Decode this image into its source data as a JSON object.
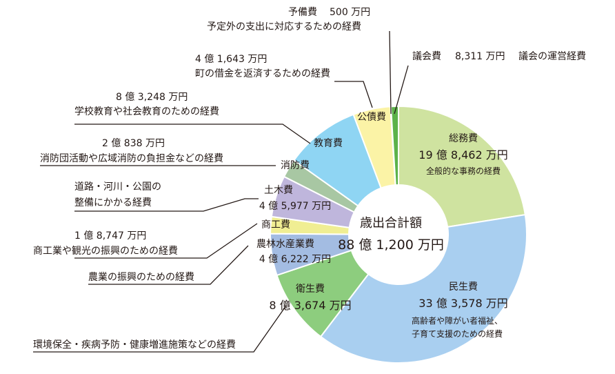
{
  "chart_data": {
    "type": "pie",
    "title": "歳出合計額",
    "total": "88 億 1,200 万円",
    "series": [
      {
        "key": "somu",
        "name": "総務費",
        "value": "19 億 8,462 万円",
        "amount": 198462,
        "desc": "全般的な事務の経費",
        "color": "#cfe3a0"
      },
      {
        "key": "minsei",
        "name": "民生費",
        "value": "33 億 3,578 万円",
        "amount": 333578,
        "desc1": "高齢者や障がい者福祉、",
        "desc2": "子育て支援のための経費",
        "color": "#a9cff0"
      },
      {
        "key": "eisei",
        "name": "衛生費",
        "value": "8 億 3,674 万円",
        "amount": 83674,
        "desc": "環境保全・疾病予防・健康増進施策などの経費",
        "color": "#8dcd7e"
      },
      {
        "key": "norin",
        "name": "農林水産業費",
        "value": "4 億 6,222 万円",
        "amount": 46222,
        "desc": "農業の振興のための経費",
        "color": "#a3bce2"
      },
      {
        "key": "shoko",
        "name": "商工費",
        "value": "1 億 8,747 万円",
        "amount": 18747,
        "desc": "商工業や観光の振興のための経費",
        "color": "#f0ee93"
      },
      {
        "key": "doboku",
        "name": "土木費",
        "value": "4 億 5,977 万円",
        "amount": 45977,
        "desc1": "道路・河川・公園の",
        "desc2": "整備にかかる経費",
        "color": "#bfb6dc"
      },
      {
        "key": "shobo",
        "name": "消防費",
        "value": "2 億 838 万円",
        "amount": 20838,
        "desc": "消防団活動や広域消防の負担金などの経費",
        "color": "#a8c7a3"
      },
      {
        "key": "kyoiku",
        "name": "教育費",
        "value": "8 億 3,248 万円",
        "amount": 83248,
        "desc": "学校教育や社会教育のための経費",
        "color": "#8fd5f3"
      },
      {
        "key": "kosai",
        "name": "公債費",
        "value": "4 億 1,643 万円",
        "amount": 41643,
        "desc": "町の借金を返済するための経費",
        "color": "#fbf3a6"
      },
      {
        "key": "yobi",
        "name": "予備費",
        "value": "500 万円",
        "amount": 500,
        "desc": "予定外の支出に対応するための経費",
        "color": "#f6ee92"
      },
      {
        "key": "gikai",
        "name": "議会費",
        "value": "8,311 万円",
        "amount": 8311,
        "desc": "議会の運営経費",
        "color": "#5cb24a"
      }
    ]
  }
}
